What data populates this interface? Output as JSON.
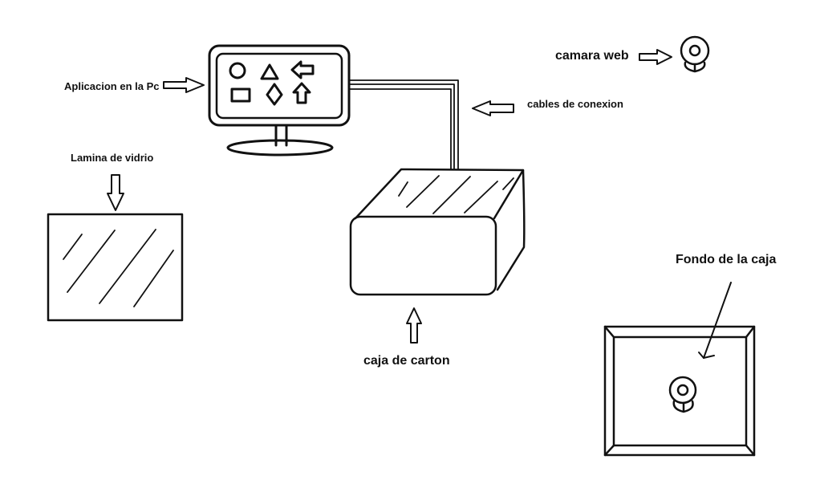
{
  "labels": {
    "app": "Aplicacion en la Pc",
    "webcam": "camara web",
    "cables": "cables de conexion",
    "glass": "Lamina de vidrio",
    "box": "caja de carton",
    "box_bottom": "Fondo de la caja"
  },
  "colors": {
    "ink": "#111111",
    "background": "#ffffff"
  },
  "icons": [
    "circle-icon",
    "triangle-icon",
    "left-arrow-icon",
    "rectangle-icon",
    "diamond-icon",
    "up-arrow-icon",
    "webcam-icon"
  ]
}
